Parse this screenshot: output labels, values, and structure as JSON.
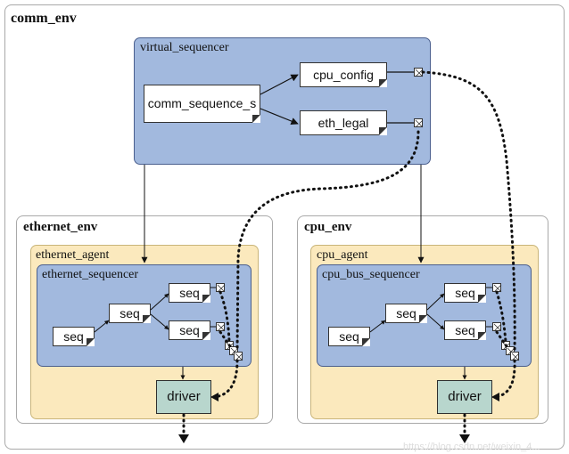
{
  "comm_env": {
    "title": "comm_env"
  },
  "virtual_sequencer": {
    "title": "virtual_sequencer",
    "comm_sequence": "comm_sequence_s",
    "cpu_config": "cpu_config",
    "eth_legal": "eth_legal"
  },
  "ethernet_env": {
    "title": "ethernet_env",
    "agent_title": "ethernet_agent",
    "sequencer_title": "ethernet_sequencer",
    "seq_left": "seq",
    "seq_mid": "seq",
    "seq_top": "seq",
    "seq_bottom": "seq",
    "driver": "driver"
  },
  "cpu_env": {
    "title": "cpu_env",
    "agent_title": "cpu_agent",
    "sequencer_title": "cpu_bus_sequencer",
    "seq_left": "seq",
    "seq_mid": "seq",
    "seq_top": "seq",
    "seq_bottom": "seq",
    "driver": "driver"
  },
  "watermark": "https://blog.csdn.net/weixin_4..."
}
